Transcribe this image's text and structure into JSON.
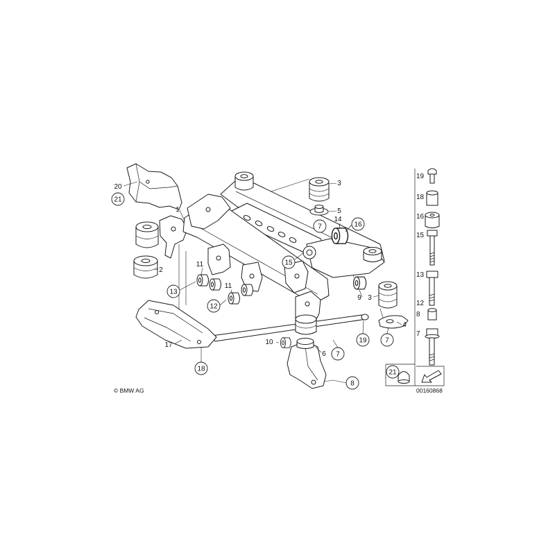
{
  "diagram": {
    "callouts": [
      "20",
      "21",
      "1",
      "2",
      "11",
      "13",
      "11",
      "12",
      "15",
      "3",
      "5",
      "7",
      "14",
      "16",
      "9",
      "3",
      "4",
      "7",
      "19",
      "10",
      "6",
      "7",
      "17",
      "18",
      "8"
    ],
    "hardware_column": [
      "19",
      "18",
      "16",
      "15",
      "13",
      "12",
      "8",
      "7",
      "21"
    ],
    "copyright": "© BMW AG",
    "drawing_number": "00160868"
  }
}
